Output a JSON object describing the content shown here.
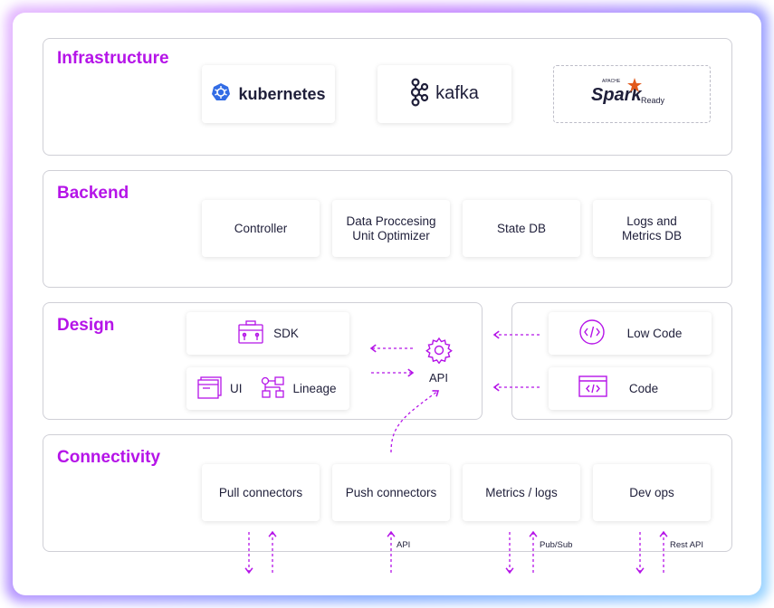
{
  "sections": {
    "infrastructure": {
      "title": "Infrastructure",
      "items": [
        {
          "label": "kubernetes",
          "icon": "kubernetes-icon"
        },
        {
          "label": "kafka",
          "icon": "kafka-icon"
        },
        {
          "label": "Spark",
          "prefix": "APACHE",
          "suffix": "Ready",
          "icon": "spark-star-icon"
        }
      ]
    },
    "backend": {
      "title": "Backend",
      "items": [
        "Controller",
        "Data Proccesing Unit Optimizer",
        "State DB",
        "Logs and Metrics DB"
      ]
    },
    "design": {
      "title": "Design",
      "sdk": "SDK",
      "ui": "UI",
      "lineage": "Lineage",
      "api": "API",
      "low_code": "Low Code",
      "code": "Code"
    },
    "connectivity": {
      "title": "Connectivity",
      "items": [
        "Pull connectors",
        "Push connectors",
        "Metrics / logs",
        "Dev ops"
      ],
      "arrow_labels": [
        "API",
        "Pub/Sub",
        "Rest API"
      ]
    }
  },
  "colors": {
    "accent": "#b514e8",
    "arrow": "#b514e8",
    "text": "#1f1f3a",
    "border": "#cfcfd6"
  }
}
